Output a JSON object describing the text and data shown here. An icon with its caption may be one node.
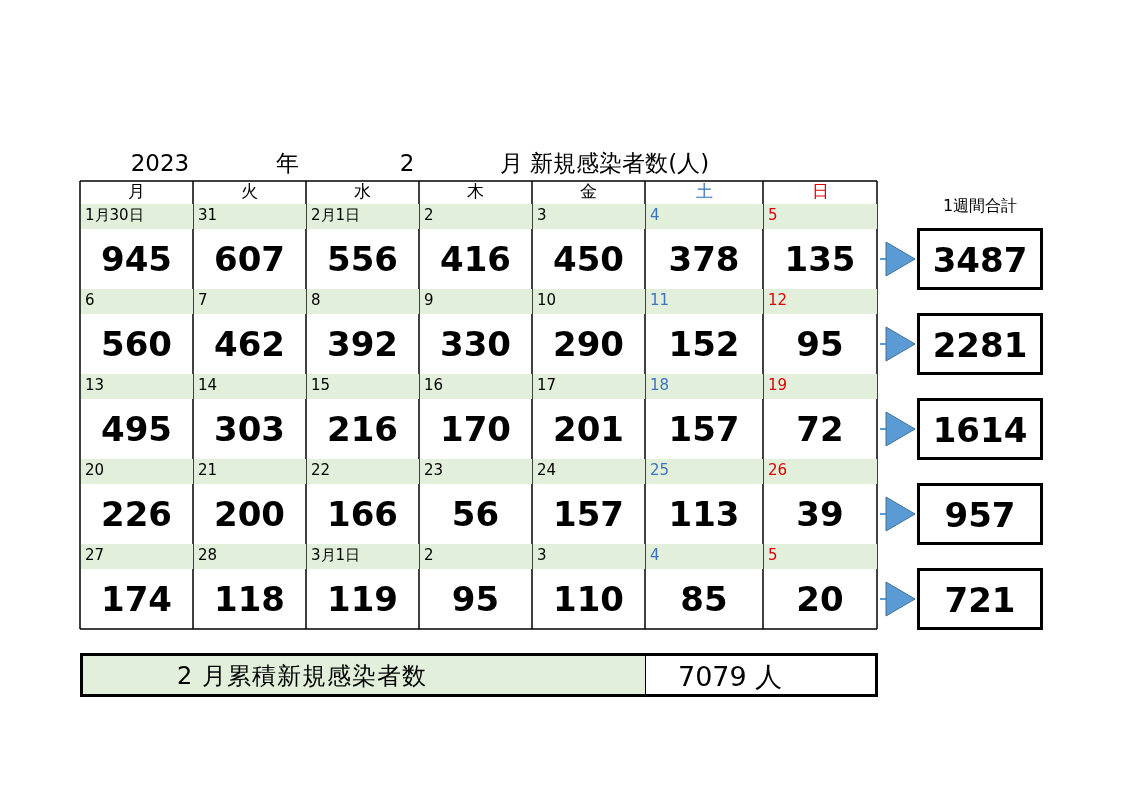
{
  "diagram": {
    "nodes": [
      {
        "text": [
          "3487"
        ]
      },
      {
        "text": [
          "2281"
        ]
      },
      {
        "text": [
          "1614"
        ]
      },
      {
        "text": [
          "957"
        ]
      },
      {
        "text": [
          "721"
        ]
      }
    ],
    "edges": [
      {
        "from": null,
        "to": 0,
        "arrow": "to"
      },
      {
        "from": null,
        "to": 1,
        "arrow": "to"
      },
      {
        "from": null,
        "to": 2,
        "arrow": "to"
      },
      {
        "from": null,
        "to": 3,
        "arrow": "to"
      },
      {
        "from": null,
        "to": 4,
        "arrow": "to"
      }
    ],
    "labels": [
      "2023",
      "年",
      "2",
      "月 新規感染者数(人)",
      "月",
      "火",
      "水",
      "木",
      "金",
      "土",
      "日",
      "1月30日",
      "31",
      "2月1日",
      "2",
      "3",
      "4",
      "5",
      "945",
      "607",
      "556",
      "416",
      "450",
      "378",
      "135",
      "6",
      "7",
      "8",
      "9",
      "10",
      "11",
      "12",
      "560",
      "462",
      "392",
      "330",
      "290",
      "152",
      "95",
      "13",
      "14",
      "15",
      "16",
      "17",
      "18",
      "19",
      "495",
      "303",
      "216",
      "170",
      "201",
      "157",
      "72",
      "20",
      "21",
      "22",
      "23",
      "24",
      "25",
      "26",
      "226",
      "200",
      "166",
      "56",
      "157",
      "113",
      "39",
      "27",
      "28",
      "3月1日",
      "2",
      "3",
      "4",
      "5",
      "174",
      "118",
      "119",
      "95",
      "110",
      "85",
      "20",
      "1週間合計",
      "2 月累積新規感染者数",
      "7079 人"
    ]
  }
}
